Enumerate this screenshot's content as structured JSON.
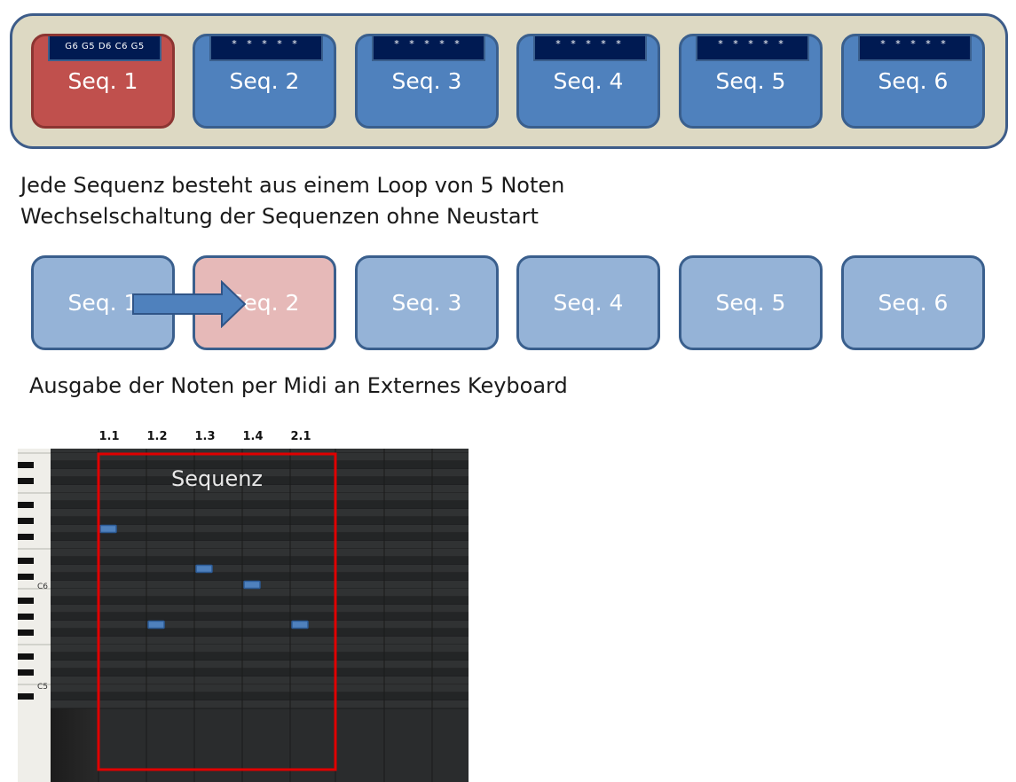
{
  "top_row": {
    "sequences": [
      {
        "label": "Seq. 1",
        "notes": "G6 G5 D6 C6 G5",
        "active": true
      },
      {
        "label": "Seq. 2",
        "notes": "* * * * *",
        "active": false
      },
      {
        "label": "Seq. 3",
        "notes": "* * * * *",
        "active": false
      },
      {
        "label": "Seq. 4",
        "notes": "* * * * *",
        "active": false
      },
      {
        "label": "Seq. 5",
        "notes": "* * * * *",
        "active": false
      },
      {
        "label": "Seq. 6",
        "notes": "* * * * *",
        "active": false
      }
    ]
  },
  "description": {
    "line1": "Jede Sequenz besteht aus einem Loop von 5 Noten",
    "line2": "Wechselschaltung der Sequenzen ohne Neustart"
  },
  "bottom_row": {
    "sequences": [
      {
        "label": "Seq. 1",
        "active": false
      },
      {
        "label": "Seq. 2",
        "active": true
      },
      {
        "label": "Seq. 3",
        "active": false
      },
      {
        "label": "Seq. 4",
        "active": false
      },
      {
        "label": "Seq. 5",
        "active": false
      },
      {
        "label": "Seq. 6",
        "active": false
      }
    ]
  },
  "output_text": "Ausgabe der Noten per Midi an Externes Keyboard",
  "piano_roll": {
    "ruler": [
      "1.1",
      "1.2",
      "1.3",
      "1.4",
      "2.1"
    ],
    "region_label": "Sequenz",
    "octave_labels": [
      "C6",
      "C5"
    ],
    "notes": [
      {
        "pitch": "G6",
        "beat": 1
      },
      {
        "pitch": "G5",
        "beat": 2
      },
      {
        "pitch": "D6",
        "beat": 3
      },
      {
        "pitch": "C6",
        "beat": 4
      },
      {
        "pitch": "G5",
        "beat": 5
      }
    ]
  },
  "colors": {
    "seq_blue": "#4f81bd",
    "seq_red": "#c0504d",
    "seq_light_blue": "#95b3d7",
    "seq_light_red": "#e6b9b8",
    "panel_bg": "#ddd9c3",
    "notes_box": "#001a52",
    "region_border": "#e00000"
  }
}
